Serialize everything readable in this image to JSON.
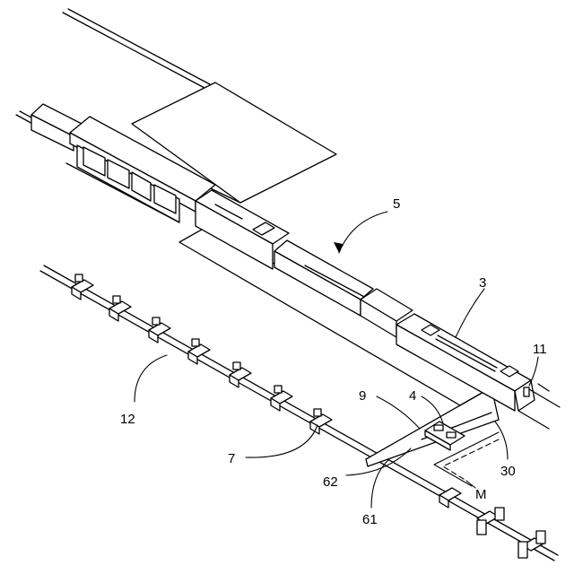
{
  "figure": {
    "labels": {
      "l5": "5",
      "l3": "3",
      "l11": "11",
      "l12": "12",
      "l9": "9",
      "l4": "4",
      "l7": "7",
      "l30": "30",
      "l62": "62",
      "l61": "61",
      "lM": "M"
    }
  }
}
